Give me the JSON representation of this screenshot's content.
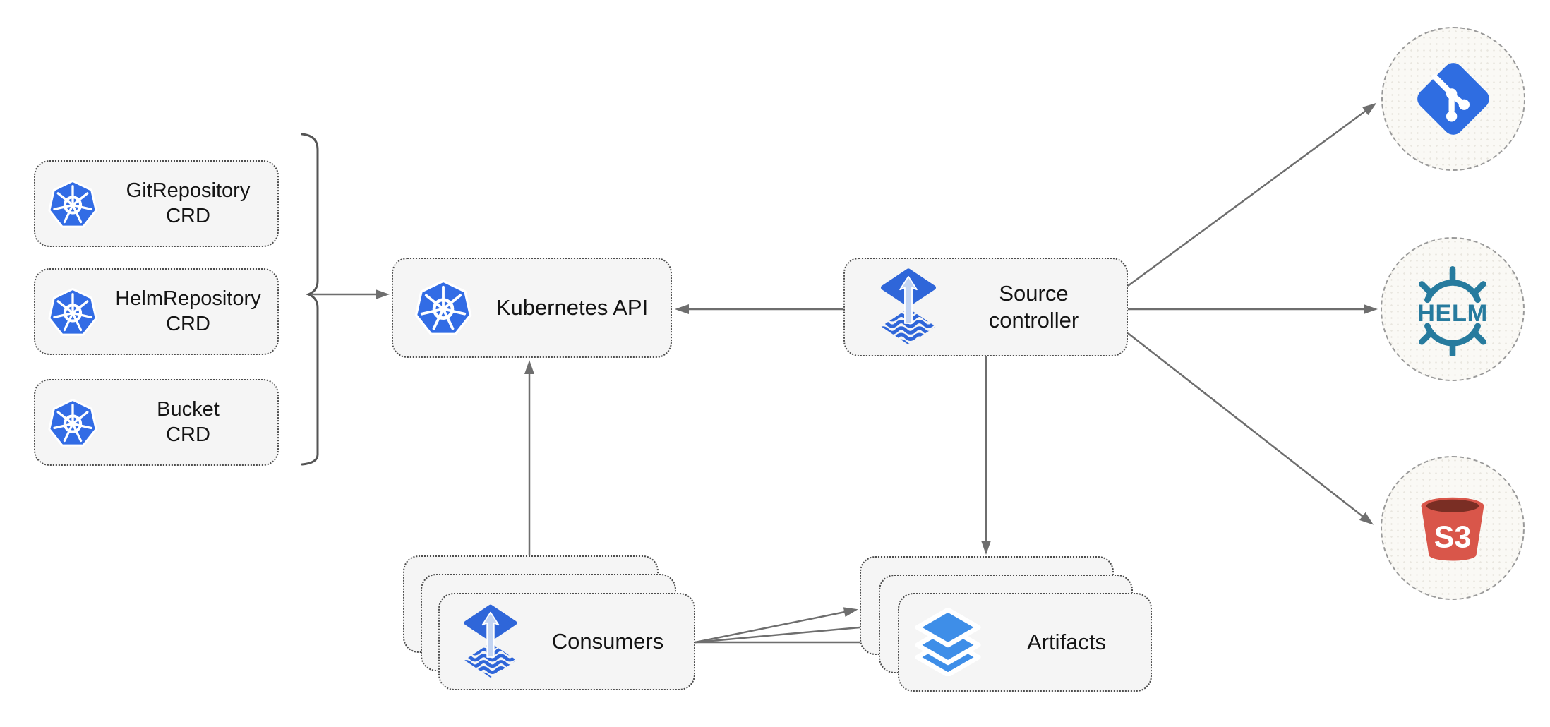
{
  "nodes": {
    "crds": [
      {
        "line1": "GitRepository",
        "line2": "CRD"
      },
      {
        "line1": "HelmRepository",
        "line2": "CRD"
      },
      {
        "line1": "Bucket",
        "line2": "CRD"
      }
    ],
    "kubernetes_api": {
      "label": "Kubernetes API"
    },
    "source_controller": {
      "line1": "Source",
      "line2": "controller"
    },
    "consumers": {
      "label": "Consumers"
    },
    "artifacts": {
      "label": "Artifacts"
    },
    "sources": {
      "git": {
        "name": "git"
      },
      "helm": {
        "name": "helm",
        "label": "HELM"
      },
      "s3": {
        "name": "s3",
        "label": "S3"
      }
    }
  },
  "colors": {
    "kubernetes_blue": "#326CE5",
    "flux_blue": "#2F66D9",
    "flux_arrow_light": "#C3D4F2",
    "layers_blue": "#3E8EE8",
    "git_blue": "#2F6DE1",
    "helm_teal": "#277B9E",
    "s3_red": "#D9564A",
    "s3_dark_red": "#7A2E24",
    "arrow_gray": "#6E6E6E",
    "bracket_gray": "#555555",
    "box_fill": "#F5F5F5",
    "box_border": "#4D4D4D",
    "circle_border": "#9A9A9A",
    "circle_fill": "#FAF9F5",
    "circle_dot": "#E9E6DF",
    "text_color": "#141414"
  }
}
